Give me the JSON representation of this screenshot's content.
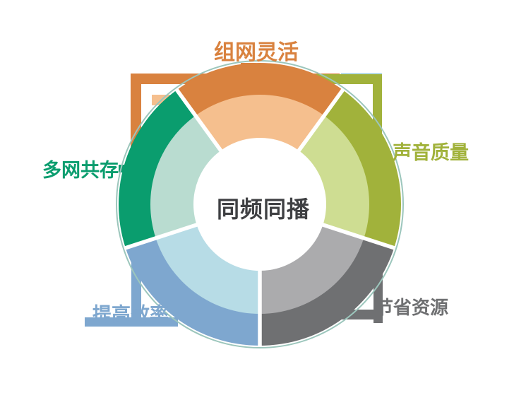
{
  "page": {
    "background": "#ffffff"
  },
  "diagram": {
    "center_text": "同频同播",
    "center_text_color": "#3f4043",
    "outline_color": "#9cc6bc",
    "segments": [
      {
        "id": "flexible-networking",
        "label": "组网灵活",
        "color": "#d9823f",
        "light_color": "#f5bf8e",
        "position": "top"
      },
      {
        "id": "voice-quality",
        "label": "声音质量",
        "color": "#a1b23b",
        "light_color": "#cedd92",
        "position": "right"
      },
      {
        "id": "resource-saving",
        "label": "节省资源",
        "color": "#6f7072",
        "light_color": "#ababad",
        "position": "bottom-right"
      },
      {
        "id": "efficiency",
        "label": "提高效率",
        "color": "#7ea7cf",
        "light_color": "#b7dce6",
        "position": "bottom-left"
      },
      {
        "id": "coexistence",
        "label": "多网共存",
        "color": "#0a9d6e",
        "light_color": "#b9dcd0",
        "position": "left"
      }
    ]
  },
  "chart_data": {
    "type": "pie",
    "title": "同频同播",
    "categories": [
      "组网灵活",
      "声音质量",
      "节省资源",
      "提高效率",
      "多网共存"
    ],
    "values": [
      20,
      20,
      20,
      20,
      20
    ],
    "colors": [
      "#d9823f",
      "#a1b23b",
      "#6f7072",
      "#7ea7cf",
      "#0a9d6e"
    ],
    "legend_position": "around",
    "center_label": "同频同播"
  }
}
